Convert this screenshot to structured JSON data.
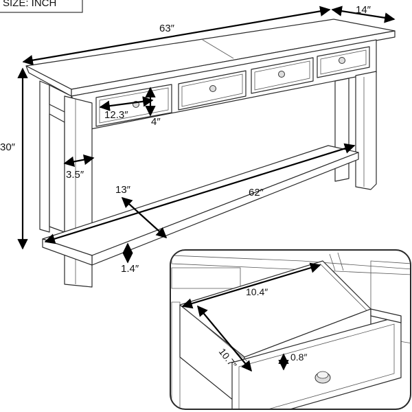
{
  "size_label": "SIZE: INCH",
  "dimensions": {
    "length_top": "63″",
    "depth_top": "14″",
    "height": "30″",
    "drawer_width": "12.3″",
    "drawer_height": "4″",
    "leg_width": "3.5″",
    "shelf_depth": "13″",
    "shelf_length": "62″",
    "shelf_height_from_floor": "1.4″",
    "drawer_inner_width": "10.4″",
    "drawer_inner_depth": "10.7″",
    "drawer_side_thickness": "0.8″"
  }
}
